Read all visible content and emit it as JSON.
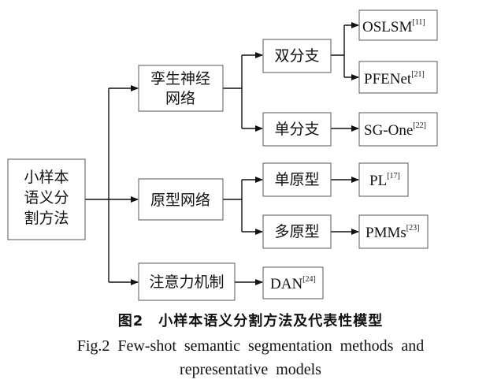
{
  "diagram": {
    "root": {
      "lines": [
        "小样本",
        "语义分",
        "割方法"
      ]
    },
    "level1": [
      {
        "id": "siamese",
        "lines": [
          "孪生神经",
          "网络"
        ]
      },
      {
        "id": "prototype",
        "lines": [
          "原型网络"
        ]
      },
      {
        "id": "attention",
        "lines": [
          "注意力机制"
        ]
      }
    ],
    "level2": [
      {
        "id": "dual",
        "text": "双分支"
      },
      {
        "id": "single",
        "text": "单分支"
      },
      {
        "id": "single-proto",
        "text": "单原型"
      },
      {
        "id": "multi-proto",
        "text": "多原型"
      }
    ],
    "leaves": [
      {
        "id": "oslsm",
        "text": "OSLSM",
        "cite": "[11]"
      },
      {
        "id": "pfenet",
        "text": "PFENet",
        "cite": "[21]"
      },
      {
        "id": "sgone",
        "text": "SG-One",
        "cite": "[22]"
      },
      {
        "id": "pl",
        "text": "PL",
        "cite": "[17]"
      },
      {
        "id": "pmms",
        "text": "PMMs",
        "cite": "[23]"
      },
      {
        "id": "dan",
        "text": "DAN",
        "cite": "[24]"
      }
    ]
  },
  "caption": {
    "zh": "图2　小样本语义分割方法及代表性模型",
    "en_line1": "Fig.2   Few-shot semantic segmentation methods and",
    "en_line2": "representative models"
  }
}
